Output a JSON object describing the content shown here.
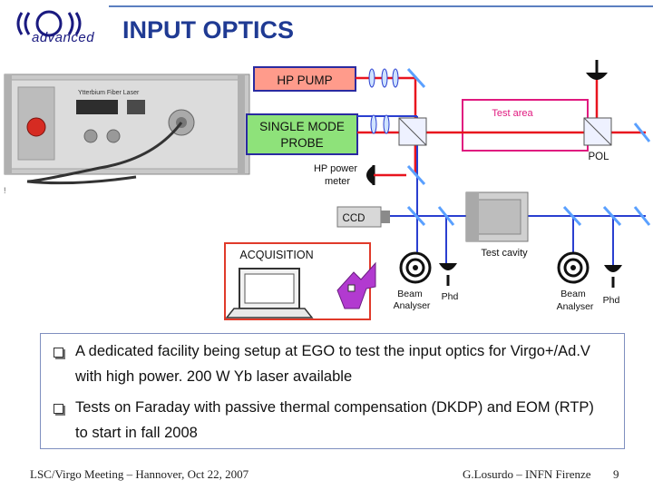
{
  "header": {
    "logo_text": "advanced",
    "title": "INPUT OPTICS"
  },
  "diagram": {
    "laser_panel_text": "Ytterbium Fiber Laser",
    "labels": {
      "hp_pump": "HP PUMP",
      "single_mode_line1": "SINGLE MODE",
      "single_mode_line2": "PROBE",
      "test_area": "Test area",
      "hp_power_line1": "HP power",
      "hp_power_line2": "meter",
      "pol": "POL",
      "ccd": "CCD",
      "test_cavity": "Test cavity",
      "acquisition": "ACQUISITION",
      "beam_analyser_left_line1": "Beam",
      "beam_analyser_left_line2": "Analyser",
      "phd_left": "Phd",
      "beam_analyser_right_line1": "Beam",
      "beam_analyser_right_line2": "Analyser",
      "phd_right": "Phd"
    },
    "colors": {
      "red_beam": "#e8141e",
      "blue_beam": "#2a3fd0",
      "test_area_box": "#e0197f",
      "hp_pump_fill": "#ff9b8b",
      "single_mode_fill": "#8ee27a",
      "acquisition_border": "#e03a2a",
      "arrow_fill": "#b23ad0"
    }
  },
  "bullets": [
    "A dedicated facility being setup at EGO to test the input optics for Virgo+/Ad.V with high power. 200 W Yb laser available",
    "Tests on Faraday with passive thermal compensation (DKDP) and EOM (RTP) to start in fall 2008"
  ],
  "footer": {
    "left": "LSC/Virgo Meeting – Hannover, Oct 22, 2007",
    "right": "G.Losurdo – INFN Firenze",
    "page": "9"
  }
}
